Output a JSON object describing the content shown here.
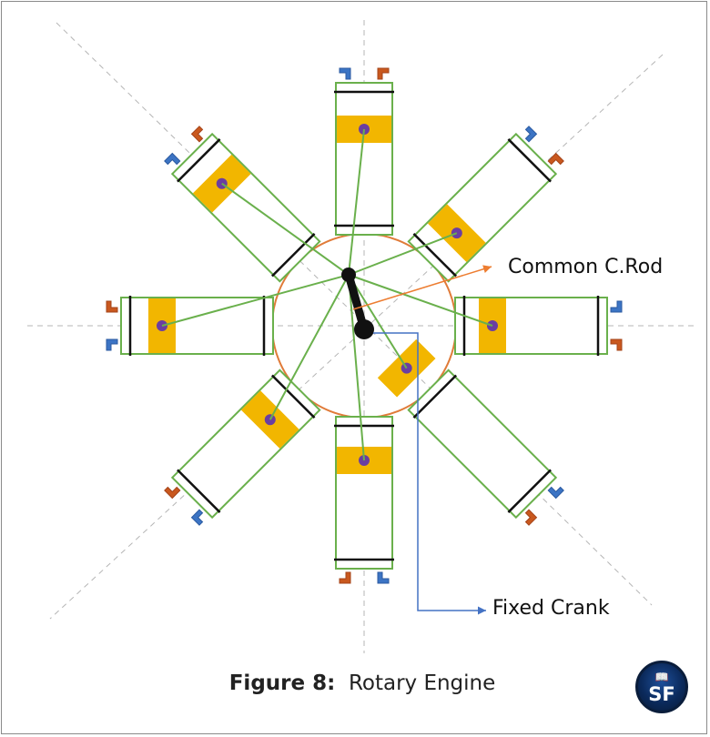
{
  "diagram": {
    "labels": {
      "common_rod": "Common C.Rod",
      "fixed_crank": "Fixed Crank"
    },
    "caption": {
      "number": "Figure 8:",
      "title": "Rotary Engine"
    },
    "logo": {
      "text": "SF"
    },
    "colors": {
      "cylinder_outline": "#6ab04c",
      "piston_fill": "#f2b600",
      "pin": "#6a3ea1",
      "crankcase": "#e07b39",
      "crank": "#111111",
      "valve_blue": "#3c74c4",
      "valve_orange": "#c9581e",
      "common_arrow": "#ed7d31",
      "crank_arrow": "#4472c4",
      "guide": "#b5b5b5"
    },
    "cylinder_count": 8
  }
}
